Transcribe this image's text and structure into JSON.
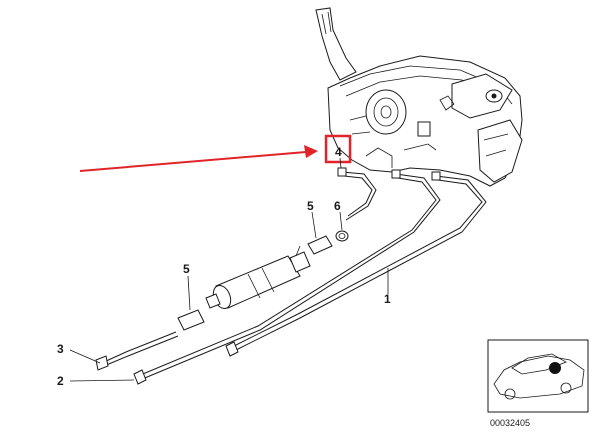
{
  "callouts": {
    "c1": "1",
    "c2": "2",
    "c3": "3",
    "c4": "4",
    "c5a": "5",
    "c5b": "5",
    "c6": "6"
  },
  "inset": {
    "part_number": "00032405"
  },
  "colors": {
    "highlight": "#e0242a",
    "line": "#1a1a1a",
    "background": "#ffffff"
  },
  "icons": [
    "red-arrow-pointer",
    "highlight-box"
  ]
}
